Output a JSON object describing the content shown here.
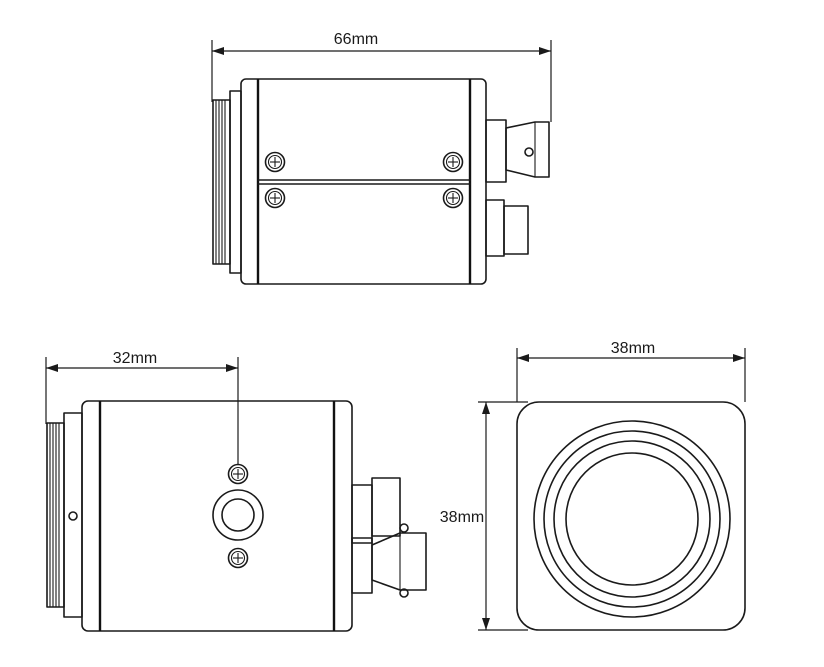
{
  "labels": {
    "top_width": "66mm",
    "side_depth": "32mm",
    "front_width": "38mm",
    "front_height": "38mm"
  }
}
